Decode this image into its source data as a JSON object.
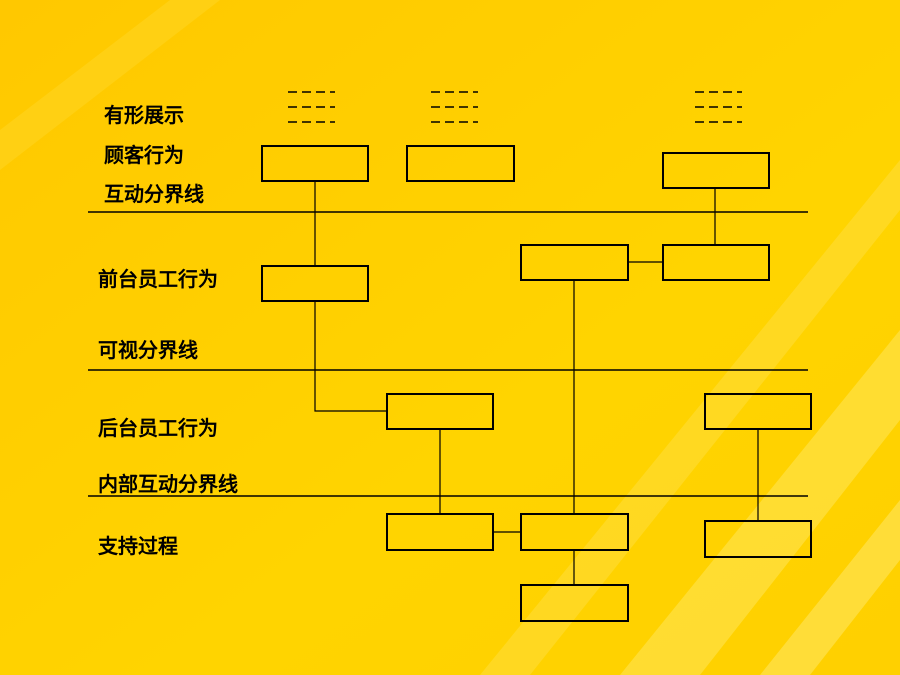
{
  "colors": {
    "background": "#FFD200",
    "background_light": "#FFE34D",
    "ink": "#000000"
  },
  "labels": {
    "physical_evidence": "有形展示",
    "customer_actions": "顾客行为",
    "line_of_interaction": "互动分界线",
    "onstage_actions": "前台员工行为",
    "line_of_visibility": "可视分界线",
    "backstage_actions": "后台员工行为",
    "line_of_internal_interaction": "内部互动分界线",
    "support_processes": "支持过程"
  }
}
